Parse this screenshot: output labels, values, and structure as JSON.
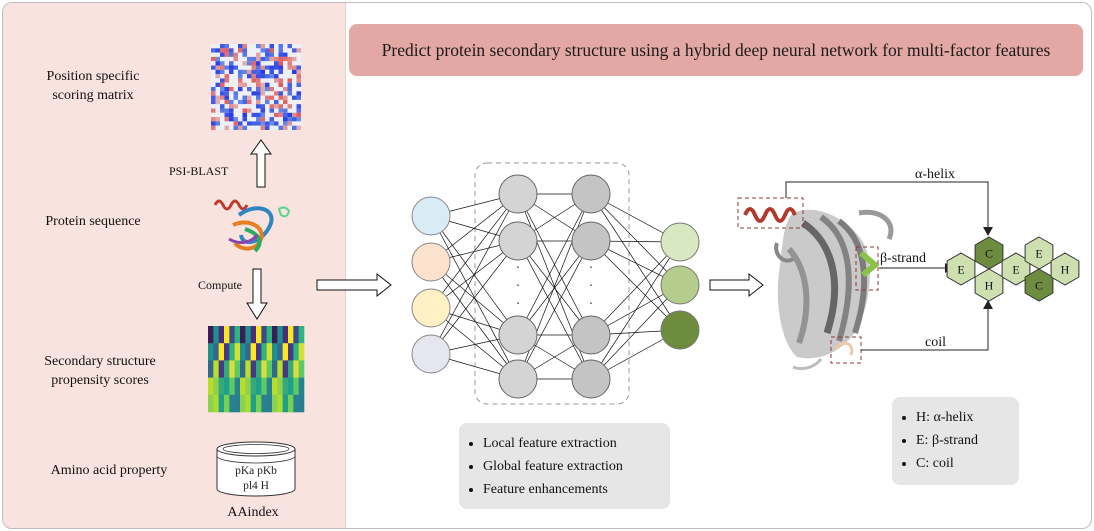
{
  "title": "Predict protein secondary structure using a hybrid deep neural network for multi-factor features",
  "left_panel": {
    "pssm_label": "Position specific\nscoring matrix",
    "psi_blast": "PSI-BLAST",
    "protein_sequence": "Protein sequence",
    "compute": "Compute",
    "propensity_label": "Secondary structure\npropensity scores",
    "amino_acid_property": "Amino acid property",
    "aaindex_props_line1": "pKa pKb",
    "aaindex_props_line2": "pl4 H",
    "aaindex": "AAindex"
  },
  "network": {
    "ellipsis": "·",
    "features": [
      "Local feature extraction",
      "Global feature extraction",
      "Feature enhancements"
    ]
  },
  "structure": {
    "alpha_helix": "α-helix",
    "beta_strand": "β-strand",
    "coil": "coil",
    "hex_labels": [
      "E",
      "C",
      "H",
      "E",
      "E",
      "C",
      "H"
    ]
  },
  "legend": [
    "H: α-helix",
    "E: β-strand",
    "C: coil"
  ],
  "colors": {
    "left_panel_bg": "#f9e3df",
    "title_bg": "#e3a8a3",
    "hex_light": "#cfe0b0",
    "hex_dark": "#6e8c40"
  }
}
